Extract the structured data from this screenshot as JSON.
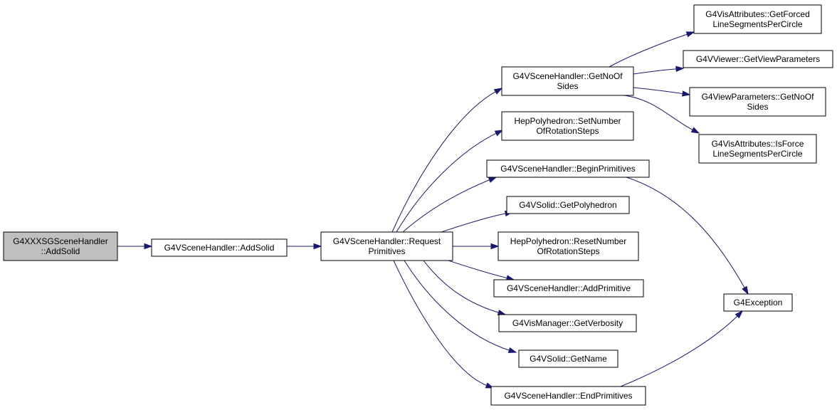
{
  "colors": {
    "edge": "#191970",
    "node_fill": "#ffffff",
    "root_fill": "#bfbfbf",
    "border": "#000000",
    "text": "#000000"
  },
  "nodes": {
    "addsolid_xxx": [
      "G4XXXSGSceneHandler",
      "::AddSolid"
    ],
    "addsolid": [
      "G4VSceneHandler::AddSolid"
    ],
    "request": [
      "G4VSceneHandler::Request",
      "Primitives"
    ],
    "getnoofsides": [
      "G4VSceneHandler::GetNoOf",
      "Sides"
    ],
    "setnumber": [
      "HepPolyhedron::SetNumber",
      "OfRotationSteps"
    ],
    "beginprim": [
      "G4VSceneHandler::BeginPrimitives"
    ],
    "getpolyhedron": [
      "G4VSolid::GetPolyhedron"
    ],
    "resetnumber": [
      "HepPolyhedron::ResetNumber",
      "OfRotationSteps"
    ],
    "addprimitive": [
      "G4VSceneHandler::AddPrimitive"
    ],
    "getverbosity": [
      "G4VisManager::GetVerbosity"
    ],
    "getname": [
      "G4VSolid::GetName"
    ],
    "endprim": [
      "G4VSceneHandler::EndPrimitives"
    ],
    "getforced": [
      "G4VisAttributes::GetForced",
      "LineSegmentsPerCircle"
    ],
    "getviewparams": [
      "G4VViewer::GetViewParameters"
    ],
    "vp_getnoofsides": [
      "G4ViewParameters::GetNoOf",
      "Sides"
    ],
    "isforce": [
      "G4VisAttributes::IsForce",
      "LineSegmentsPerCircle"
    ],
    "exception": [
      "G4Exception"
    ]
  },
  "edges": [
    [
      "addsolid_xxx",
      "addsolid"
    ],
    [
      "addsolid",
      "request"
    ],
    [
      "request",
      "getnoofsides"
    ],
    [
      "request",
      "setnumber"
    ],
    [
      "request",
      "beginprim"
    ],
    [
      "request",
      "getpolyhedron"
    ],
    [
      "request",
      "resetnumber"
    ],
    [
      "request",
      "addprimitive"
    ],
    [
      "request",
      "getverbosity"
    ],
    [
      "request",
      "getname"
    ],
    [
      "request",
      "endprim"
    ],
    [
      "getnoofsides",
      "getforced"
    ],
    [
      "getnoofsides",
      "getviewparams"
    ],
    [
      "getnoofsides",
      "vp_getnoofsides"
    ],
    [
      "getnoofsides",
      "isforce"
    ],
    [
      "beginprim",
      "exception"
    ],
    [
      "endprim",
      "exception"
    ]
  ]
}
